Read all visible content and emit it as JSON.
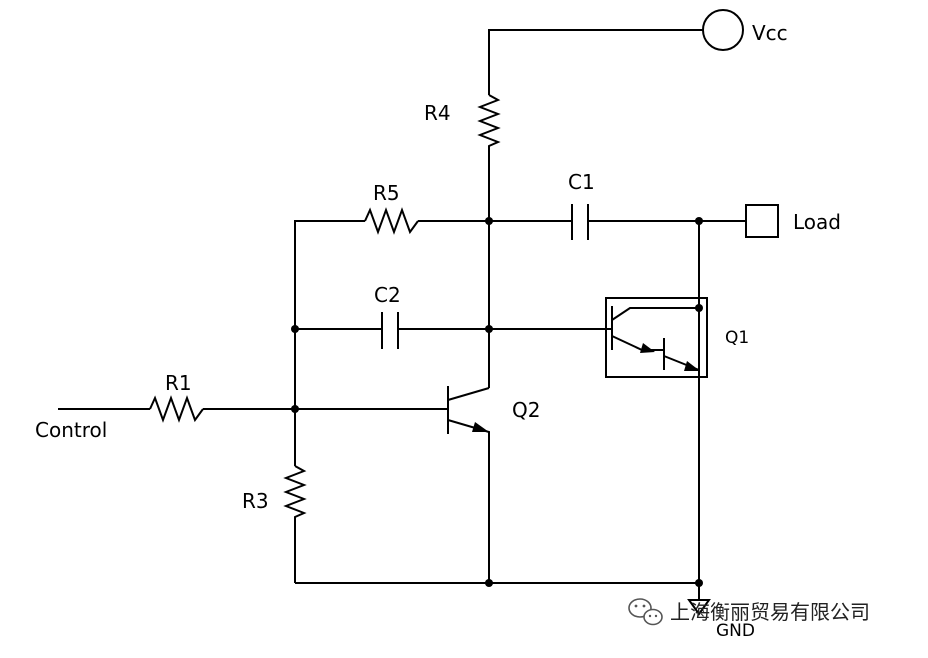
{
  "labels": {
    "vcc": "Vcc",
    "r4": "R4",
    "r5": "R5",
    "c1": "C1",
    "load": "Load",
    "c2": "C2",
    "q1": "Q1",
    "r1": "R1",
    "control": "Control",
    "q2": "Q2",
    "r3": "R3",
    "gnd": "GND"
  },
  "watermark": {
    "text": "上海衡丽贸易有限公司",
    "icon": "wechat-icon"
  },
  "colors": {
    "line": "#000000",
    "background": "#ffffff"
  }
}
